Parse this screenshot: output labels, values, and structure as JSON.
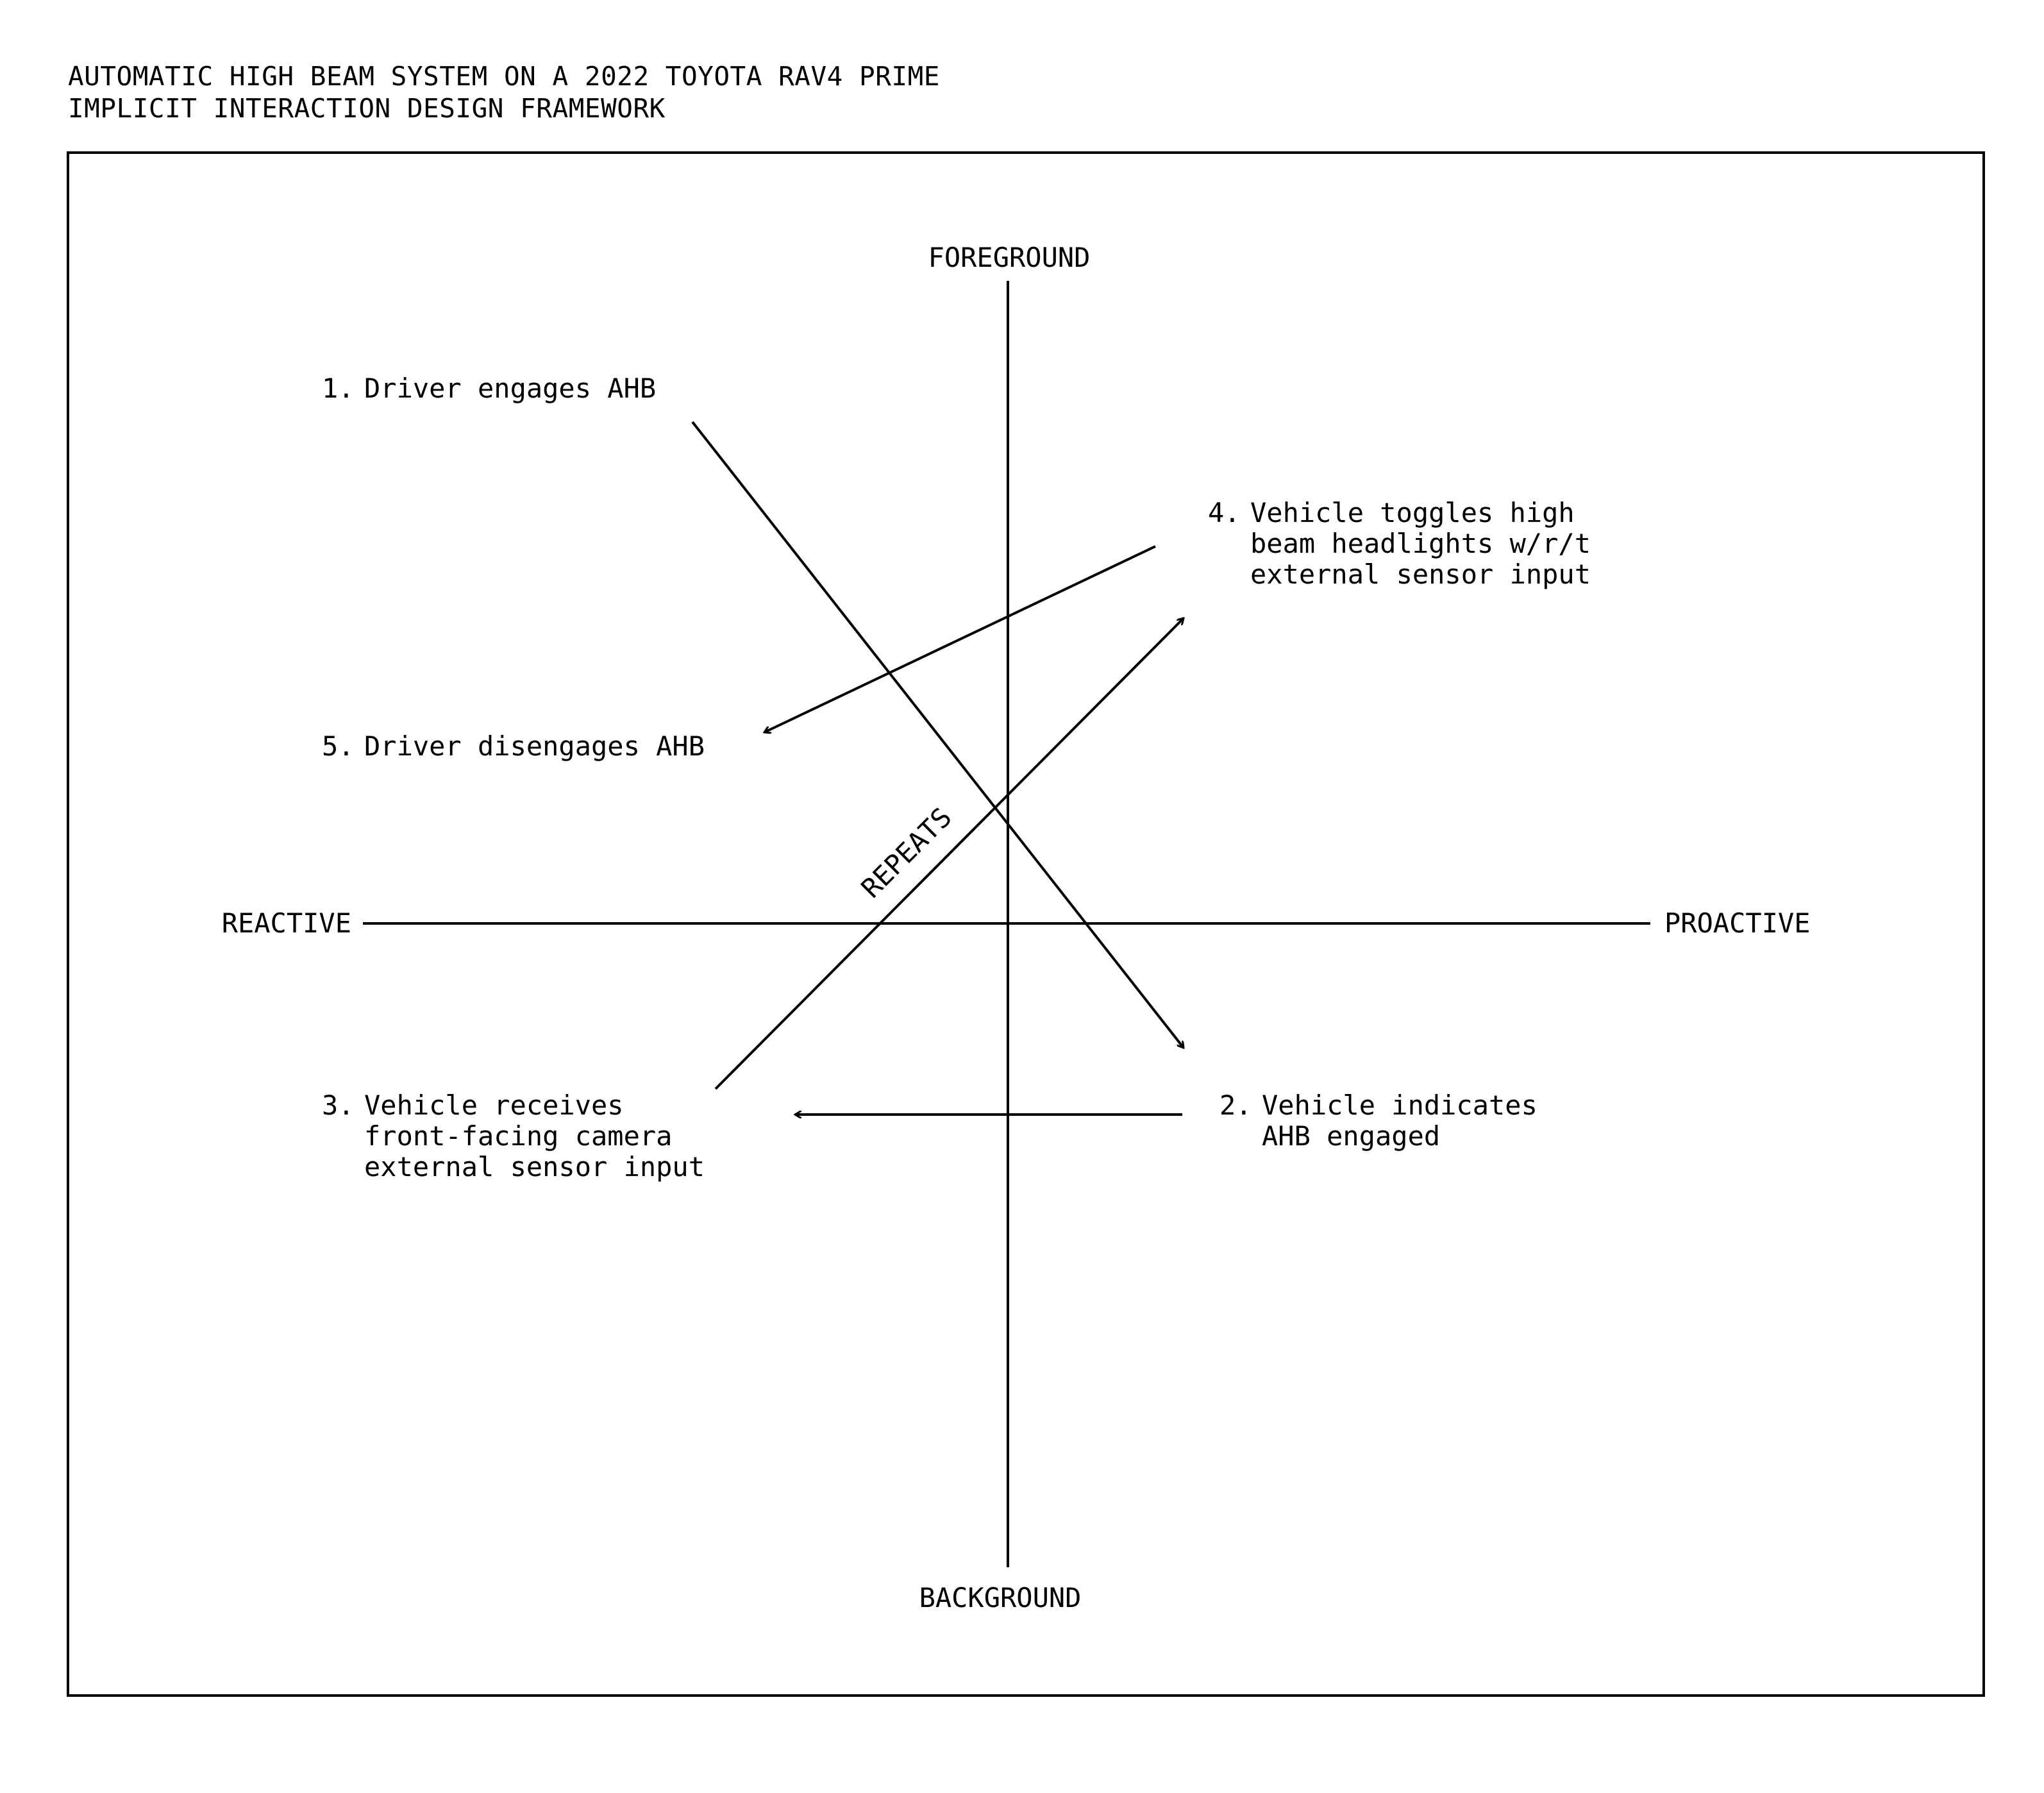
{
  "header": {
    "title_line1": "AUTOMATIC HIGH BEAM SYSTEM ON A 2022 TOYOTA RAV4 PRIME",
    "title_line2": "IMPLICIT INTERACTION DESIGN FRAMEWORK"
  },
  "axes": {
    "top": "FOREGROUND",
    "bottom": "BACKGROUND",
    "left": "REACTIVE",
    "right": "PROACTIVE"
  },
  "steps": [
    {
      "number": "1.",
      "lines": [
        "Driver engages AHB"
      ]
    },
    {
      "number": "2.",
      "lines": [
        "Vehicle indicates",
        "AHB engaged"
      ]
    },
    {
      "number": "3.",
      "lines": [
        "Vehicle receives",
        "front-facing camera",
        "external sensor input"
      ]
    },
    {
      "number": "4.",
      "lines": [
        "Vehicle toggles high",
        "beam headlights w/r/t",
        "external sensor input"
      ]
    },
    {
      "number": "5.",
      "lines": [
        "Driver disengages AHB"
      ]
    }
  ],
  "loop_label": "REPEATS",
  "colors": {
    "ink": "#000000",
    "background": "#ffffff"
  }
}
